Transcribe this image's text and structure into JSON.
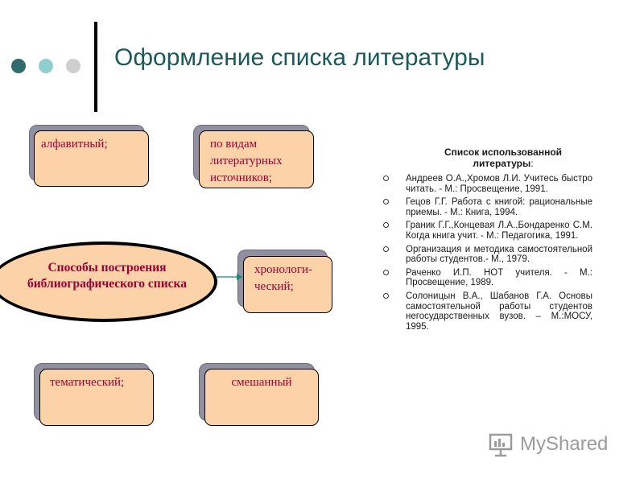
{
  "slide": {
    "title": "Оформление списка литературы",
    "dot_colors": [
      "#2e6b6b",
      "#8fcfd0",
      "#cfcfcf"
    ]
  },
  "diagram": {
    "center": "Способы построения библиографического списка",
    "boxes": {
      "alphabetic": "алфавитный;",
      "by_source": "по видам литературных источников;",
      "chronological": "хронологи- ческий;",
      "thematic": "тематический;",
      "mixed": "смешанный"
    },
    "colors": {
      "box_fill": "#fcd3a9",
      "text": "#9a0036",
      "arrow": "#1a8a7a"
    }
  },
  "references": {
    "heading": "Список использованной литературы",
    "heading_suffix": ":",
    "items": [
      "Андреев О.А.,Хромов Л.И. Учитесь быстро читать. - М.: Просвещение, 1991.",
      "Гецов Г.Г. Работа с книгой: рациональные приемы. - М.: Книга, 1994.",
      "Граник Г.Г.,Концевая Л.А.,Бондаренко С.М. Когда книга учит. - М.: Педагогика, 1991.",
      "Организация и методика самостоятельной работы студентов.- М., 1979.",
      "Раченко И.П. НОТ учителя. - М.: Просвещение, 1989.",
      "Солоницын В.А., Шабанов Г.А. Основы самостоятельной работы студентов негосударственных вузов. – М.:МОСУ, 1995."
    ]
  },
  "watermark": {
    "brand": "MyShared",
    "icon": "presentation-board-icon"
  }
}
